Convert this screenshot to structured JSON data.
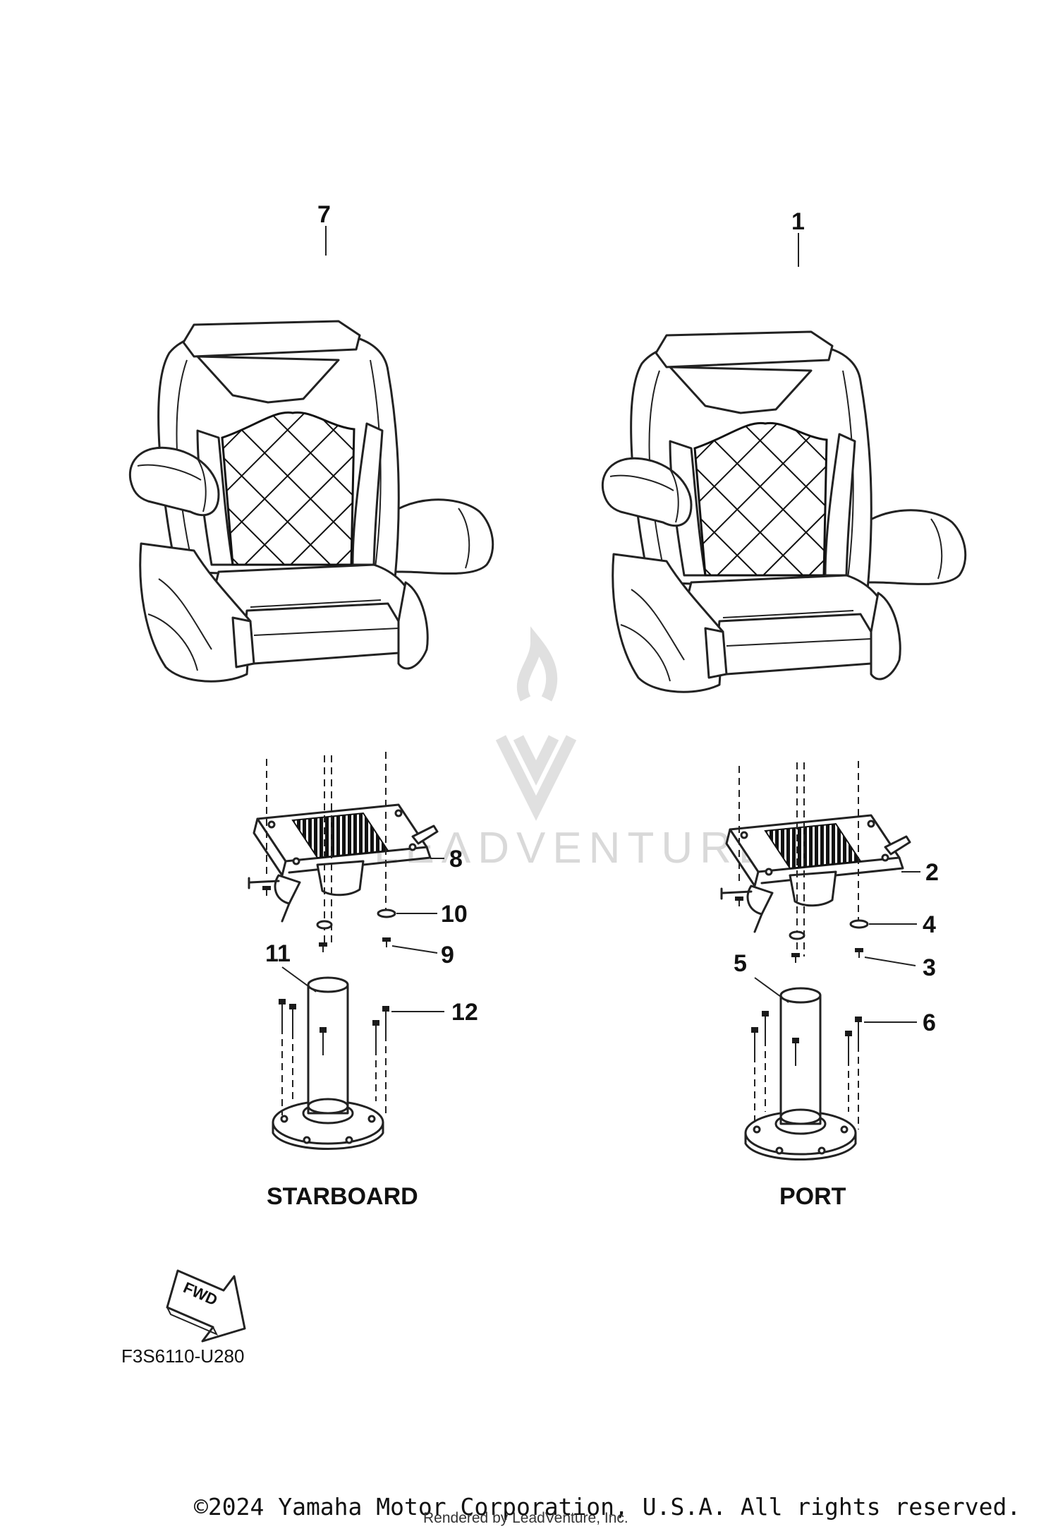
{
  "assemblies": {
    "starboard": {
      "label": "STARBOARD",
      "callouts": {
        "seat": "7",
        "swivel": "8",
        "washer": "10",
        "screw": "9",
        "post": "11",
        "bolt": "12"
      }
    },
    "port": {
      "label": "PORT",
      "callouts": {
        "seat": "1",
        "swivel": "2",
        "washer": "4",
        "screw": "3",
        "post": "5",
        "bolt": "6"
      }
    }
  },
  "fwd_label": "FWD",
  "diagram_code": "F3S6110-U280",
  "watermark": "LEADVENTURE",
  "footer": {
    "copyright": "©2024 Yamaha Motor Corporation, U.S.A. All rights reserved.",
    "rendered_by": "Rendered by LeadVenture, Inc."
  },
  "colors": {
    "line": "#222222",
    "watermark": "#d9d9d9"
  }
}
